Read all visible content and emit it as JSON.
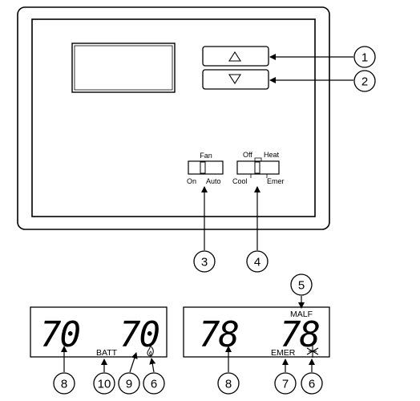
{
  "thermostat": {
    "fan_switch": {
      "title": "Fan",
      "left": "On",
      "right": "Auto"
    },
    "mode_switch": {
      "off": "Off",
      "heat": "Heat",
      "cool": "Cool",
      "emer": "Emer"
    },
    "up_arrow_icon": "triangle-up-icon",
    "down_arrow_icon": "triangle-down-icon"
  },
  "displays": [
    {
      "left_temp": "70",
      "right_temp": "70",
      "status": "BATT",
      "mode_icon": "flame-icon"
    },
    {
      "left_temp": "78",
      "right_temp": "78",
      "status": "EMER",
      "alert": "MALF",
      "mode_icon": "snowflake-icon"
    }
  ],
  "callouts": {
    "c1": "1",
    "c2": "2",
    "c3": "3",
    "c4": "4",
    "c5": "5",
    "d1_8": "8",
    "d1_10": "10",
    "d1_9": "9",
    "d1_6": "6",
    "d2_8": "8",
    "d2_7": "7",
    "d2_6": "6"
  }
}
